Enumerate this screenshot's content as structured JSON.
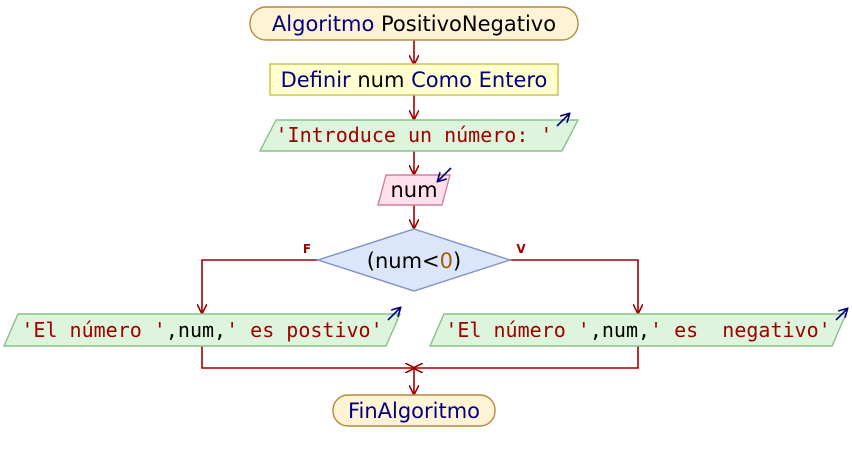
{
  "colors": {
    "flow": "#a00000",
    "keyword": "#000080",
    "identifier": "#000000",
    "string": "#a00000",
    "number": "#a06000",
    "terminal_fill": "#fff3d6",
    "terminal_stroke": "#b48a3c",
    "process_fill": "#ffffd0",
    "process_stroke": "#c8c040",
    "io_fill": "#dcf5dc",
    "io_stroke": "#8ac08a",
    "input_fill": "#ffe0ec",
    "input_stroke": "#d08098",
    "decision_fill": "#dce6fa",
    "decision_stroke": "#8090c0",
    "io_arrow": "#000080"
  },
  "start": {
    "keyword": "Algoritmo",
    "name": "PositivoNegativo"
  },
  "define": {
    "keyword1": "Definir",
    "var": "num",
    "keyword2": "Como",
    "type": "Entero"
  },
  "prompt": {
    "text": "'Introduce un número: '",
    "icon": "output-arrow-icon"
  },
  "read": {
    "var": "num",
    "icon": "input-arrow-icon"
  },
  "decision": {
    "open": "(",
    "var": "num",
    "op": "<",
    "value": "0",
    "close": ")",
    "false_label": "F",
    "true_label": "V"
  },
  "out_false": {
    "s1": "'El número '",
    "c1": ",",
    "var": "num",
    "c2": ",",
    "s2": "' es postivo'",
    "icon": "output-arrow-icon"
  },
  "out_true": {
    "s1": "'El número '",
    "c1": ",",
    "var": "num",
    "c2": ",",
    "s2": "' es  negativo'",
    "icon": "output-arrow-icon"
  },
  "end": {
    "keyword": "FinAlgoritmo"
  }
}
